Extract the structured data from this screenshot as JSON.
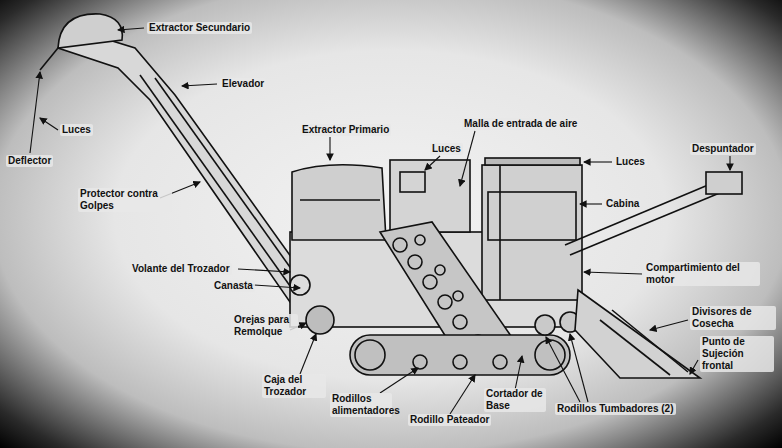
{
  "diagram": {
    "labels": [
      "Extractor Secundario",
      "Elevador",
      "Luces",
      "Deflector",
      "Extractor Primario",
      "Malla de entrada de aire",
      "Luces",
      "Luces",
      "Despuntador",
      "Protector contra Golpes",
      "Cabina",
      "Volante del Trozador",
      "Canasta",
      "Compartimiento del motor",
      "Divisores de Cosecha",
      "Orejas para Remolque",
      "Punto de Sujeción frontal",
      "Caja del Trozador",
      "Rodillos alimentadores",
      "Rodillo Pateador",
      "Cortador de Base",
      "Rodillos Tumbadores (2)"
    ]
  }
}
